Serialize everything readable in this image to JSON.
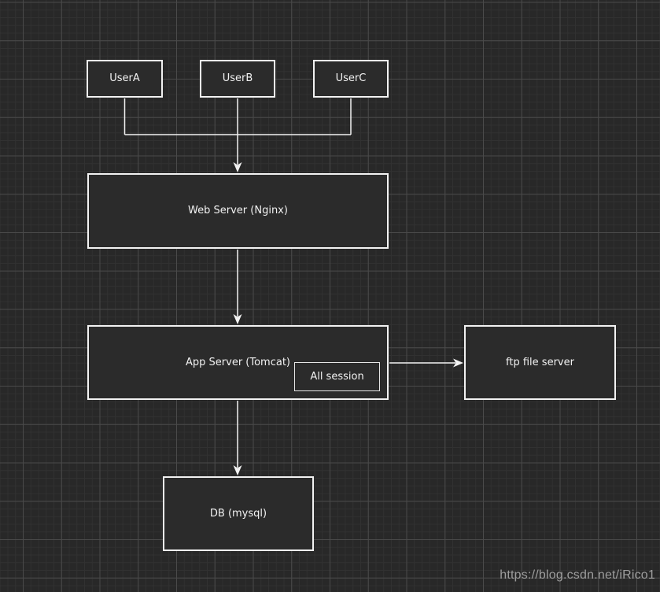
{
  "nodes": {
    "user_a": {
      "label": "UserA"
    },
    "user_b": {
      "label": "UserB"
    },
    "user_c": {
      "label": "UserC"
    },
    "web_server": {
      "label": "Web Server (Nginx)"
    },
    "app_server": {
      "label": "App Server (Tomcat)"
    },
    "all_session": {
      "label": "All session"
    },
    "ftp_server": {
      "label": "ftp file server"
    },
    "db": {
      "label": "DB (mysql)"
    }
  },
  "edges": [
    {
      "from": "user_a",
      "to": "web_server",
      "arrow": true
    },
    {
      "from": "user_b",
      "to": "web_server",
      "arrow": true
    },
    {
      "from": "user_c",
      "to": "web_server",
      "arrow": true
    },
    {
      "from": "web_server",
      "to": "app_server",
      "arrow": true
    },
    {
      "from": "app_server",
      "to": "ftp_server",
      "arrow": true
    },
    {
      "from": "app_server",
      "to": "db",
      "arrow": true
    }
  ],
  "colors": {
    "background": "#282828",
    "grid_minor": "#313131",
    "grid_major": "#4a4a4a",
    "node_fill": "#2b2b2b",
    "node_border": "#f2f2f2",
    "text": "#f2f2f2",
    "connector": "#f2f2f2",
    "watermark": "#9e9e9e"
  },
  "watermark": {
    "text": "https://blog.csdn.net/iRico1"
  }
}
